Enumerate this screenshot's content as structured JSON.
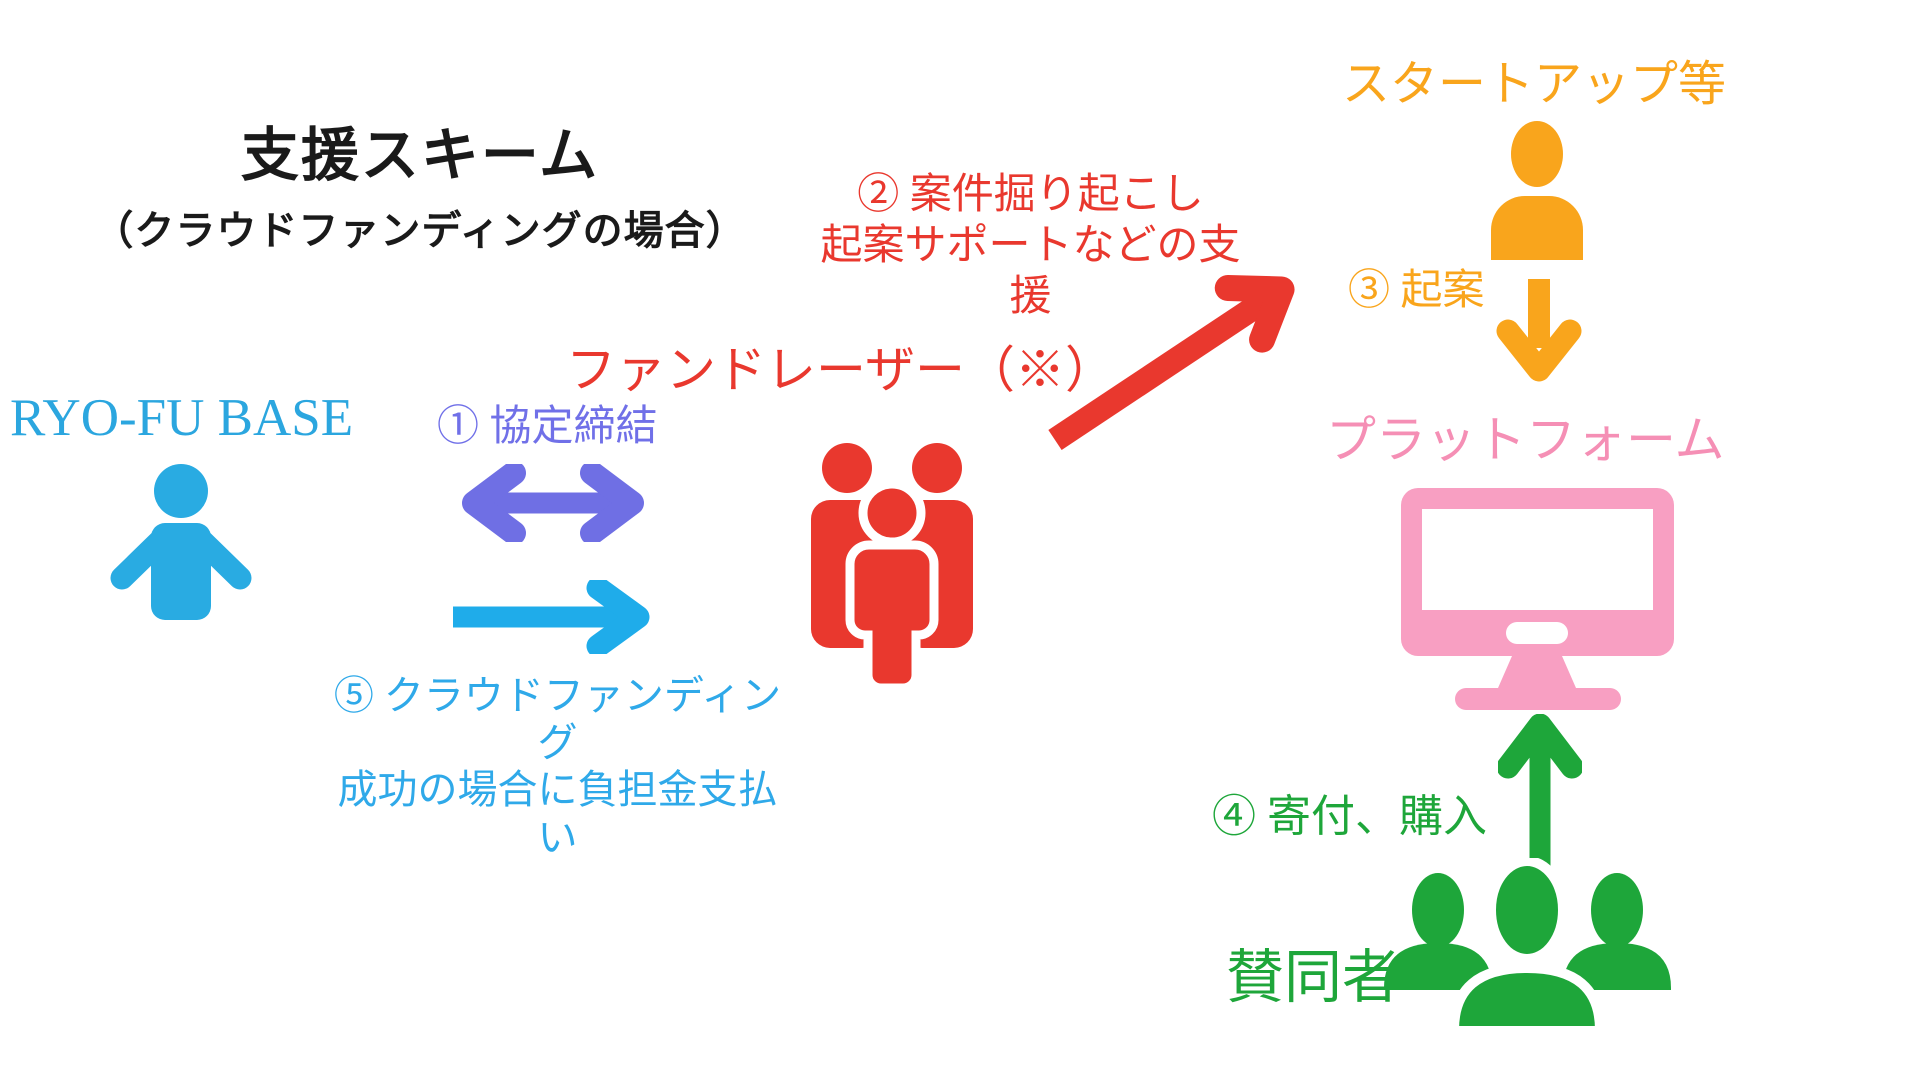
{
  "title": {
    "main": "支援スキーム",
    "sub": "（クラウドファンディングの場合）",
    "color": "#1a1a1a"
  },
  "nodes": {
    "ryofu": {
      "label": "RYO-FU BASE",
      "color": "#2BA6DF",
      "icon": "person-icon"
    },
    "fundraiser": {
      "label": "ファンドレーザー（※）",
      "color": "#E9382E",
      "icon": "people-group-icon"
    },
    "startup": {
      "label": "スタートアップ等",
      "color": "#F9A51C",
      "icon": "person-bust-icon"
    },
    "platform": {
      "label": "プラットフォーム",
      "color": "#F58FB5",
      "icon": "monitor-icon"
    },
    "supporters": {
      "label": "賛同者",
      "color": "#1EA63A",
      "icon": "people-group-icon"
    }
  },
  "steps": {
    "s1": {
      "label": "① 協定締結",
      "color": "#7070E8",
      "arrow": "double-headed-horizontal"
    },
    "s2": {
      "line1": "② 案件掘り起こし",
      "line2": "起案サポートなどの支援",
      "color": "#E9382E",
      "arrow": "diagonal-up-right"
    },
    "s3": {
      "label": "③ 起案",
      "color": "#F9A51C",
      "arrow": "down"
    },
    "s4": {
      "label": "④ 寄付、購入",
      "color": "#1EA63A",
      "arrow": "up"
    },
    "s5": {
      "line1": "⑤ クラウドファンディング",
      "line2": "成功の場合に負担金支払い",
      "color": "#2FA9E9",
      "arrow": "right"
    }
  },
  "palette": {
    "light_blue": "#29ABE2",
    "periwinkle": "#6F6FE4",
    "red": "#E9382E",
    "orange": "#F9A51C",
    "pink_label": "#F58FB5",
    "pink_icon": "#F89FC2",
    "green": "#1EA63A",
    "background": "#FFFFFF"
  }
}
